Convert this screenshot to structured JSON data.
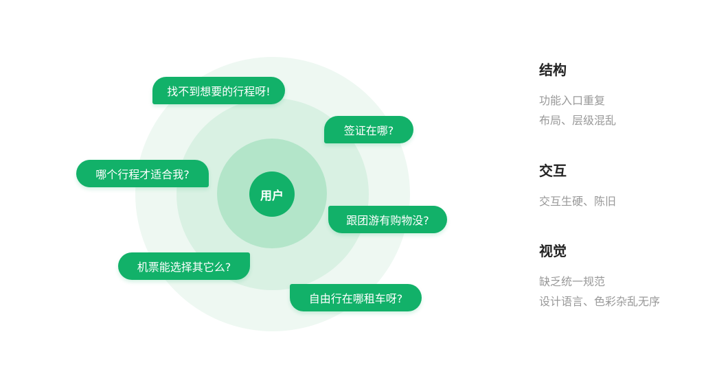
{
  "diagram": {
    "center_label": "用户",
    "bubbles": [
      "找不到想要的行程呀!",
      "签证在哪?",
      "哪个行程才适合我?",
      "跟团游有购物没?",
      "机票能选择其它么?",
      "自由行在哪租车呀?"
    ]
  },
  "sections": [
    {
      "title": "结构",
      "lines": [
        "功能入口重复",
        "布局、层级混乱"
      ]
    },
    {
      "title": "交互",
      "lines": [
        "交互生硬、陈旧"
      ]
    },
    {
      "title": "视觉",
      "lines": [
        "缺乏统一规范",
        "设计语言、色彩杂乱无序"
      ]
    }
  ],
  "colors": {
    "accent": "#12b169",
    "ring_outer": "#eef8f2",
    "ring_mid": "#d9f1e3",
    "ring_inner": "#b3e5c9",
    "heading": "#222222",
    "muted": "#999999"
  }
}
